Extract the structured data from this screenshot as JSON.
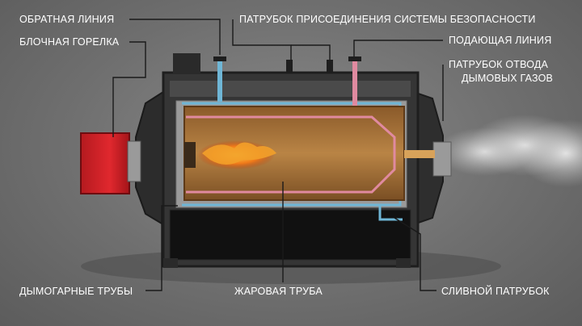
{
  "labels": {
    "return_line": "ОБРАТНАЯ ЛИНИЯ",
    "block_burner": "БЛОЧНАЯ ГОРЕЛКА",
    "safety_nozzle": "ПАТРУБОК ПРИСОЕДИНЕНИЯ СИСТЕМЫ БЕЗОПАСНОСТИ",
    "supply_line": "ПОДАЮЩАЯ ЛИНИЯ",
    "flue_nozzle_line1": "ПАТРУБОК ОТВОДА",
    "flue_nozzle_line2": "ДЫМОВЫХ ГАЗОВ",
    "fire_tubes": "ДЫМОГАРНЫЕ ТРУБЫ",
    "flame_tube": "ЖАРОВАЯ ТРУБА",
    "drain_nozzle": "СЛИВНОЙ ПАТРУБОК"
  },
  "colors": {
    "return_water": "#6fb6d6",
    "supply_water": "#e08aa0",
    "burner": "#d8262c",
    "flame_tube": "#b07a3c",
    "body": "#3a3a3a"
  }
}
